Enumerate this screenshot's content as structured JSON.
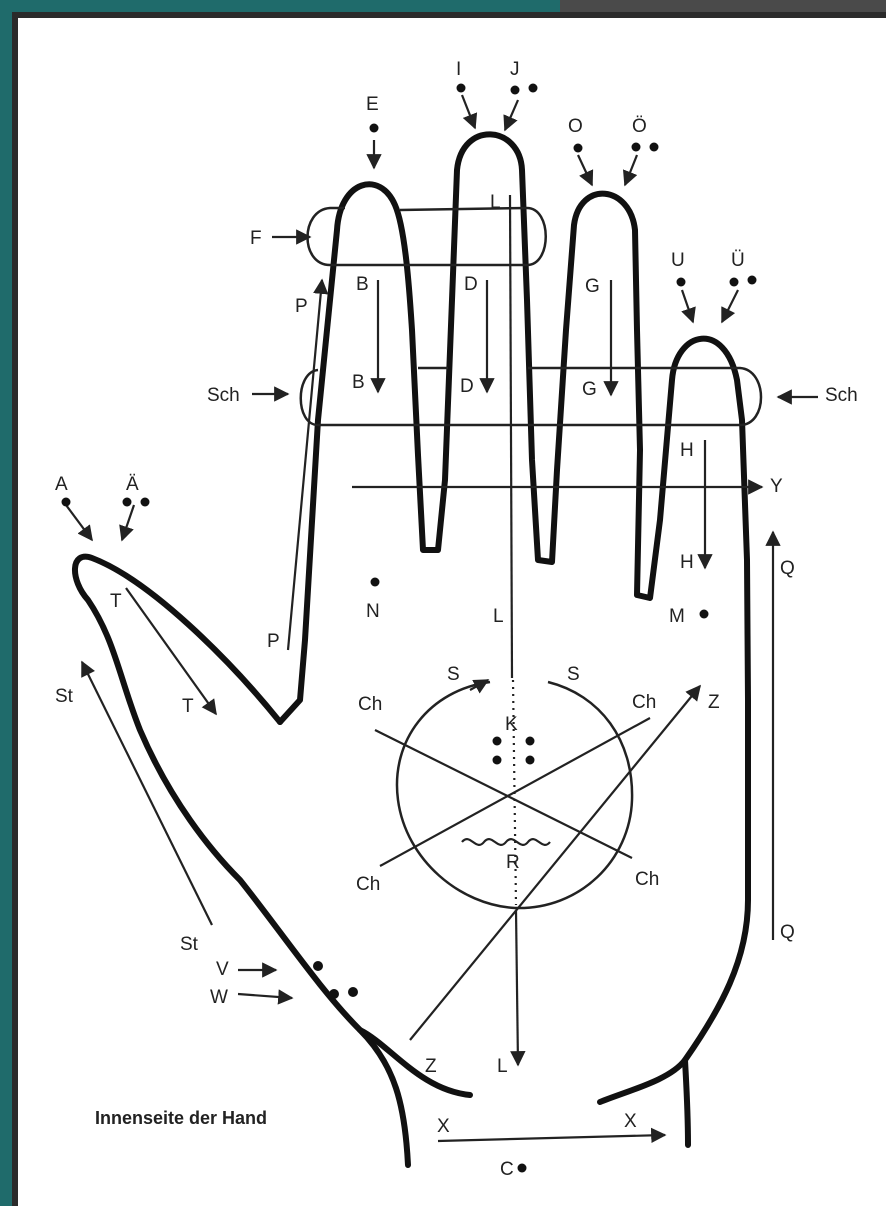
{
  "caption": "Innenseite der Hand",
  "letters": {
    "A": "A",
    "AE": "Ä",
    "E": "E",
    "I": "I",
    "J": "J",
    "O": "O",
    "OE": "Ö",
    "U": "U",
    "UE": "Ü",
    "F": "F",
    "P": "P",
    "B": "B",
    "D": "D",
    "L": "L",
    "G": "G",
    "Sch": "Sch",
    "H": "H",
    "Y": "Y",
    "Q": "Q",
    "T": "T",
    "N": "N",
    "M": "M",
    "St": "St",
    "S": "S",
    "Ch": "Ch",
    "K": "K",
    "Z": "Z",
    "R": "R",
    "V": "V",
    "W": "W",
    "X": "X",
    "C": "C"
  }
}
